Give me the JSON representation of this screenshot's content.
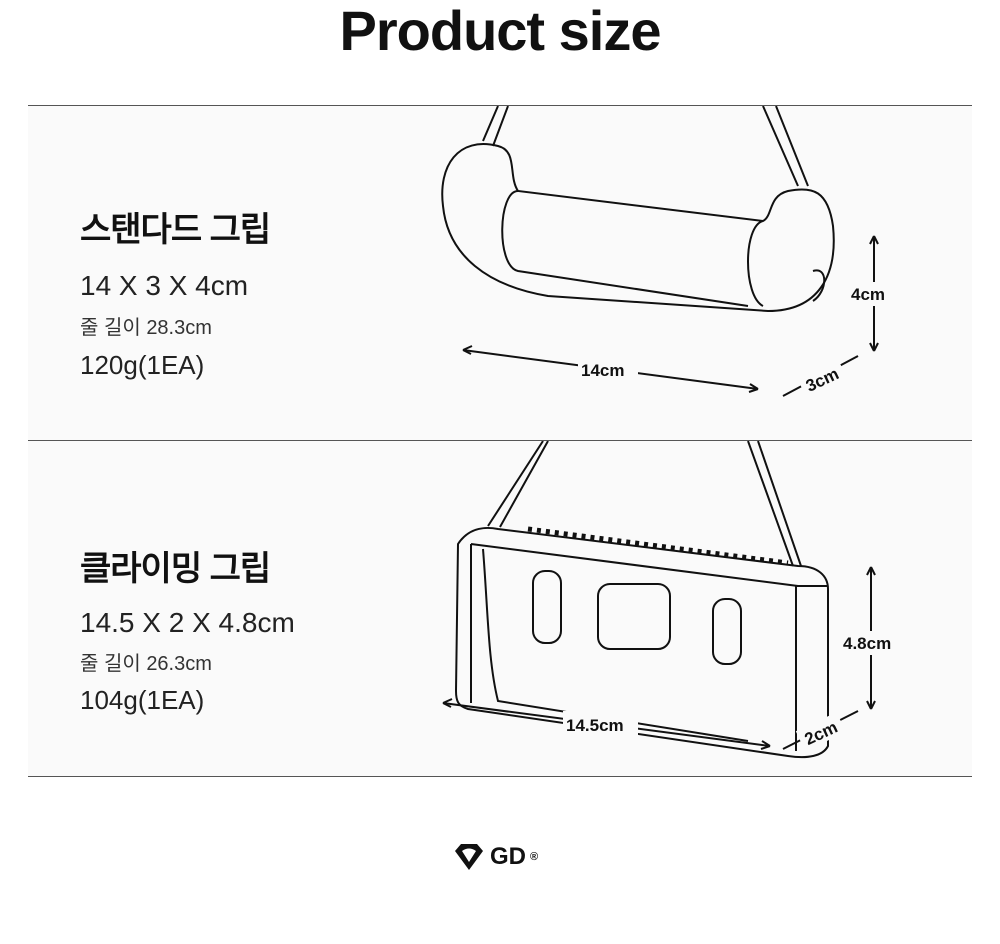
{
  "title": "Product size",
  "products": [
    {
      "name": "스탠다드 그립",
      "dims": "14 X 3 X 4cm",
      "cord": "줄 길이 28.3cm",
      "weight": "120g(1EA)",
      "label_length": "14cm",
      "label_depth": "3cm",
      "label_height": "4cm"
    },
    {
      "name": "클라이밍 그립",
      "dims": "14.5 X 2 X 4.8cm",
      "cord": "줄 길이 26.3cm",
      "weight": "104g(1EA)",
      "label_length": "14.5cm",
      "label_depth": "2cm",
      "label_height": "4.8cm"
    }
  ],
  "logo": {
    "text": "GD",
    "mark": "®"
  }
}
